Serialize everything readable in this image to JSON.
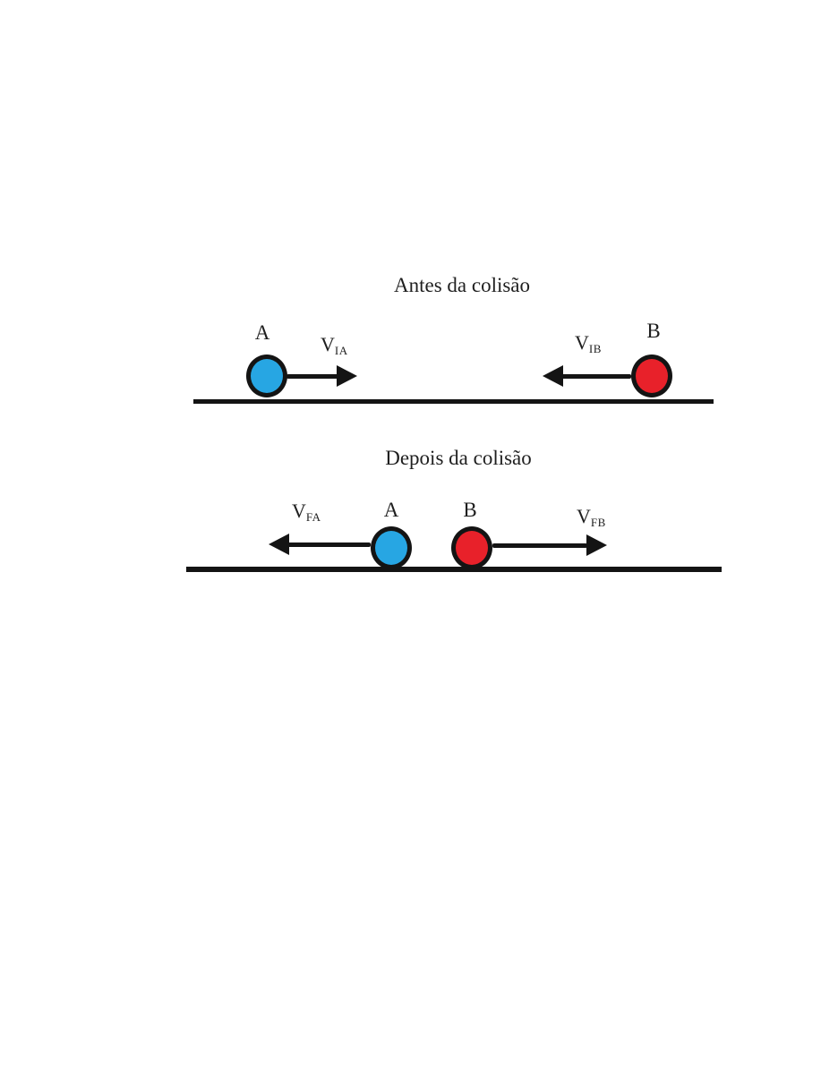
{
  "colors": {
    "ball_a": "#27A6E3",
    "ball_b": "#E8212A",
    "outline": "#141414",
    "text": "#1f1f1f",
    "background": "#ffffff"
  },
  "before": {
    "title": "Antes da colisão",
    "ball_a_label": "A",
    "ball_b_label": "B",
    "velocity_a": {
      "base": "V",
      "sub": "IA"
    },
    "velocity_b": {
      "base": "V",
      "sub": "IB"
    }
  },
  "after": {
    "title": "Depois da colisão",
    "ball_a_label": "A",
    "ball_b_label": "B",
    "velocity_a": {
      "base": "V",
      "sub": "FA"
    },
    "velocity_b": {
      "base": "V",
      "sub": "FB"
    }
  }
}
